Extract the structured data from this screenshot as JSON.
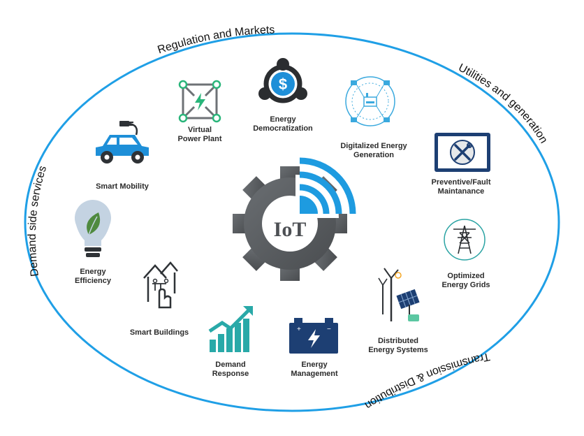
{
  "ring_labels": {
    "top": "Regulation and Markets",
    "right": "Utilities and generation",
    "left": "Demand side services",
    "bottom": "Transmission & Distribution"
  },
  "center": {
    "label": "IoT"
  },
  "nodes": {
    "virtual_power_plant": {
      "line1": "Virtual",
      "line2": "Power Plant"
    },
    "energy_democratization": {
      "line1": "Energy",
      "line2": "Democratization"
    },
    "digitalized_energy_generation": {
      "line1": "Digitalized Energy",
      "line2": "Generation"
    },
    "preventive_maintenance": {
      "line1": "Preventive/Fault",
      "line2": "Maintanance"
    },
    "optimized_grids": {
      "line1": "Optimized",
      "line2": "Energy Grids"
    },
    "distributed_energy_systems": {
      "line1": "Distributed",
      "line2": "Energy Systems"
    },
    "energy_management": {
      "line1": "Energy",
      "line2": "Management"
    },
    "demand_response": {
      "line1": "Demand",
      "line2": "Response"
    },
    "smart_buildings": {
      "line1": "Smart Buildings"
    },
    "energy_efficiency": {
      "line1": "Energy",
      "line2": "Efficiency"
    },
    "smart_mobility": {
      "line1": "Smart Mobility"
    }
  },
  "colors": {
    "ring": "#1f9fe6",
    "accent_blue": "#1e9be0",
    "dark_blue": "#1d3f73",
    "teal": "#27a7a6",
    "gray": "#565a5e"
  }
}
